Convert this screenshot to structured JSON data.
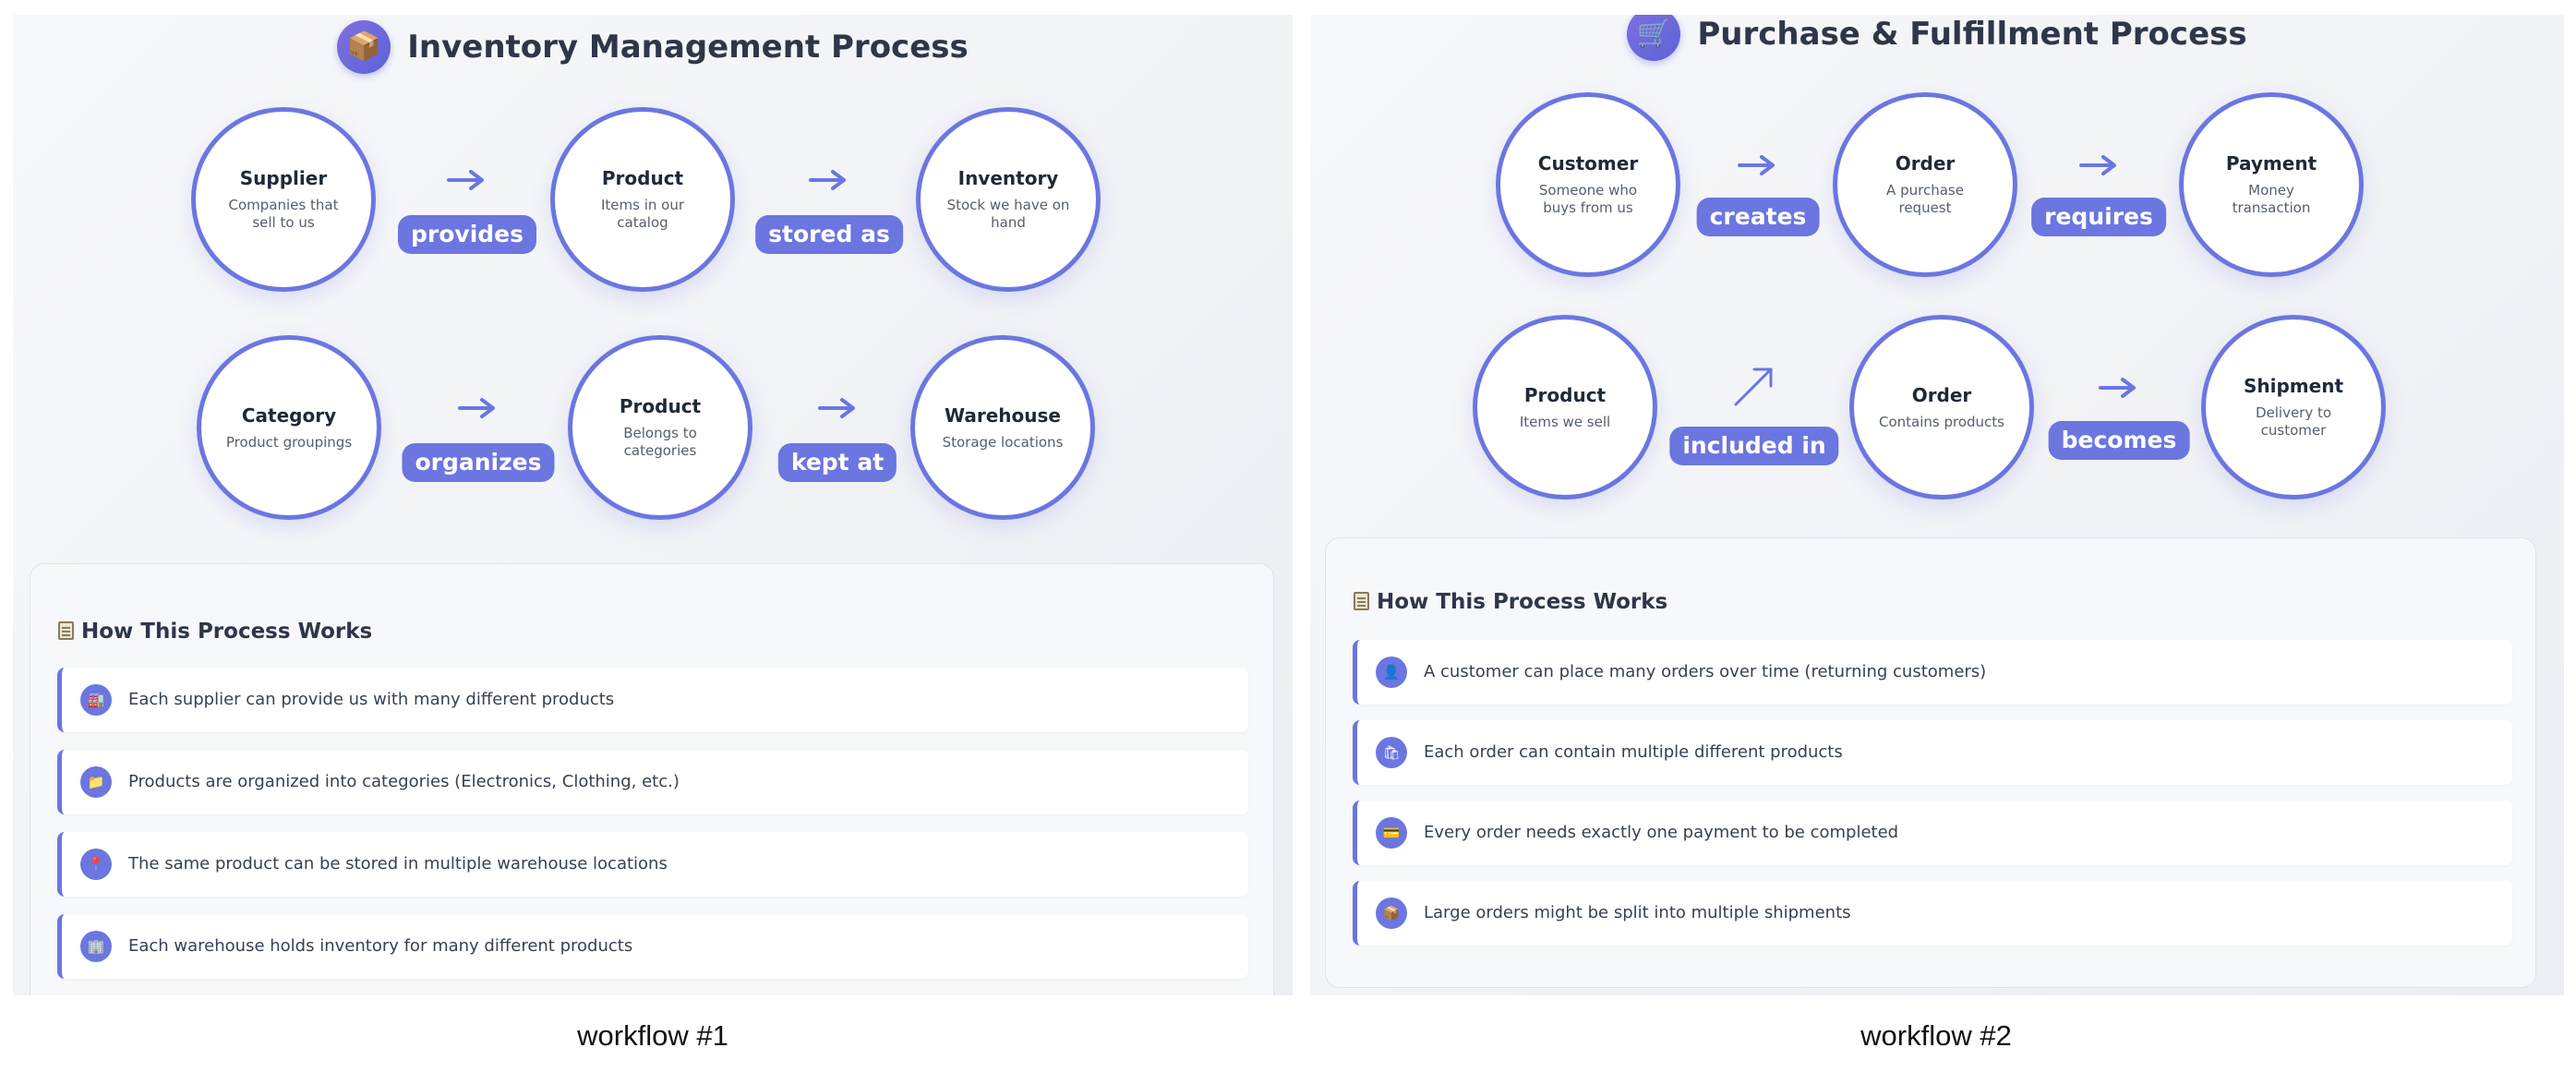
{
  "workflow1": {
    "title": "Inventory Management Process",
    "title_icon": "package-icon",
    "nodes": [
      {
        "name": "Supplier",
        "desc": "Companies that sell to us"
      },
      {
        "name": "Product",
        "desc": "Items in our catalog"
      },
      {
        "name": "Inventory",
        "desc": "Stock we have on hand"
      },
      {
        "name": "Category",
        "desc": "Product groupings"
      },
      {
        "name": "Product",
        "desc": "Belongs to categories"
      },
      {
        "name": "Warehouse",
        "desc": "Storage locations"
      }
    ],
    "relations": [
      "provides",
      "stored as",
      "organizes",
      "kept at"
    ],
    "card_title": "How This Process Works",
    "items": [
      {
        "icon": "factory-icon",
        "text": "Each supplier can provide us with many different products"
      },
      {
        "icon": "folder-icon",
        "text": "Products are organized into categories (Electronics, Clothing, etc.)"
      },
      {
        "icon": "pin-icon",
        "text": "The same product can be stored in multiple warehouse locations"
      },
      {
        "icon": "building-icon",
        "text": "Each warehouse holds inventory for many different products"
      }
    ]
  },
  "workflow2": {
    "title": "Purchase & Fulfillment Process",
    "title_icon": "cart-icon",
    "nodes": [
      {
        "name": "Customer",
        "desc": "Someone who buys from us"
      },
      {
        "name": "Order",
        "desc": "A purchase request"
      },
      {
        "name": "Payment",
        "desc": "Money transaction"
      },
      {
        "name": "Product",
        "desc": "Items we sell"
      },
      {
        "name": "Order",
        "desc": "Contains products"
      },
      {
        "name": "Shipment",
        "desc": "Delivery to customer"
      }
    ],
    "relations": [
      "creates",
      "requires",
      "included in",
      "becomes"
    ],
    "card_title": "How This Process Works",
    "items": [
      {
        "icon": "person-icon",
        "text": "A customer can place many orders over time (returning customers)"
      },
      {
        "icon": "shopping-bag-icon",
        "text": "Each order can contain multiple different products"
      },
      {
        "icon": "credit-card-icon",
        "text": "Every order needs exactly one payment to be completed"
      },
      {
        "icon": "box-icon",
        "text": "Large orders might be split into multiple shipments"
      }
    ]
  },
  "captions": [
    "workflow #1",
    "workflow #2"
  ],
  "colors": {
    "accent": "#6b76e0",
    "panel_bg": "#f0f1f5",
    "text": "#2d3748"
  }
}
